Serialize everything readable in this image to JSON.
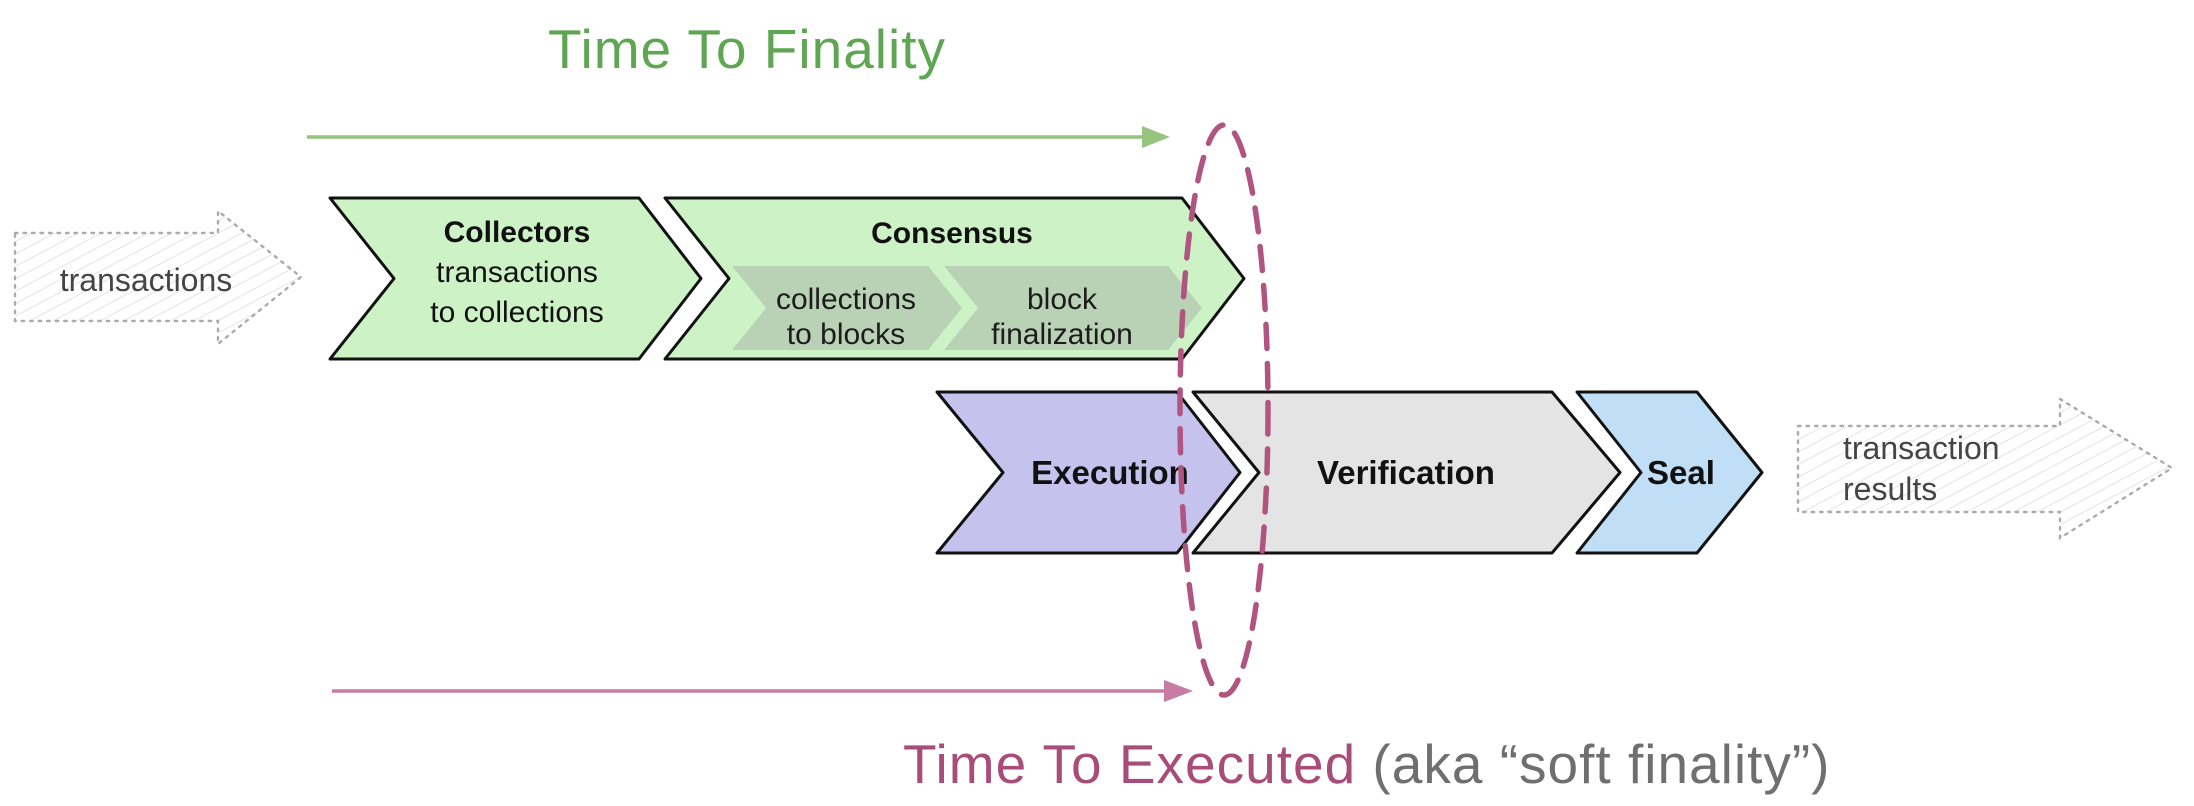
{
  "diagram": {
    "title_top": "Time To Finality",
    "title_bottom": "Time To Executed",
    "title_bottom_suffix": " (aka “soft finality”)",
    "input_arrow_label": "transactions",
    "output_arrow": {
      "line1": "transaction",
      "line2": "results"
    },
    "stages": {
      "collectors": {
        "title": "Collectors",
        "line1": "transactions",
        "line2": "to collections"
      },
      "consensus": {
        "title": "Consensus",
        "sub1": {
          "line1": "collections",
          "line2": "to blocks"
        },
        "sub2": {
          "line1": "block",
          "line2": "finalization"
        }
      },
      "execution": {
        "title": "Execution"
      },
      "verification": {
        "title": "Verification"
      },
      "seal": {
        "title": "Seal"
      }
    },
    "colors": {
      "stage_green": "#ccf2c6",
      "stage_green_sub": "#b9d2b5",
      "stage_lavender": "#c6c2ee",
      "stage_gray": "#e4e4e4",
      "stage_blue": "#c0def5",
      "outline_black": "#111111",
      "title_green": "#5fa652",
      "arrow_green": "#94c47d",
      "title_magenta": "#a84d79",
      "arrow_pink": "#c77ca6",
      "ellipse_magenta": "#b0557f",
      "suffix_gray": "#6f6f6f",
      "sketch_text_gray": "#454545"
    }
  }
}
